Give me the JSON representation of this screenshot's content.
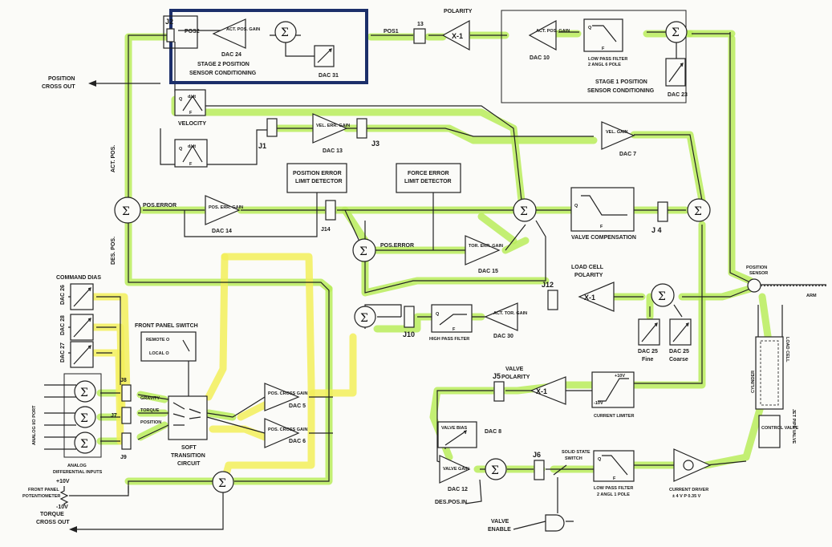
{
  "stage2": {
    "pos2": "POS2",
    "amp": "ACT. POS. GAIN",
    "dac24": "DAC 24",
    "dac31": "DAC 31",
    "title1": "STAGE 2 POSITION",
    "title2": "SENSOR CONDITIONING"
  },
  "polarity": {
    "label": "POLARITY",
    "xm1": "X-1",
    "pos1": "POS1",
    "j13": "13"
  },
  "stage1": {
    "amp": "ACT. POS. GAIN",
    "dac10": "DAC 10",
    "lpf1": "LOW PASS FILTER",
    "lpf2": "2 ANGL 6 POLE",
    "dac23": "DAC 23",
    "title1": "STAGE 1 POSITION",
    "title2": "SENSOR CONDITIONING"
  },
  "left": {
    "posOut1": "POSITION",
    "posOut2": "CROSS OUT",
    "torqueOut1": "TORQUE",
    "torqueOut2": "CROSS OUT",
    "actPos": "ACT. POS.",
    "desPos": "DES. POS.",
    "j2": "J2"
  },
  "velocity": {
    "label": "VELOCITY",
    "dd": "d/dt",
    "f": "F",
    "j1": "J1"
  },
  "dac13": {
    "amp": "VEL. ERR. GAIN",
    "label": "DAC 13",
    "j3": "J3"
  },
  "dac7": {
    "amp": "VEL. GAIN",
    "label": "DAC 7"
  },
  "posErrLimit": {
    "l1": "POSITION ERROR",
    "l2": "LIMIT DETECTOR"
  },
  "forceErrLimit": {
    "l1": "FORCE ERROR",
    "l2": "LIMIT DETECTOR"
  },
  "dac14": {
    "poserror": "POS.ERROR",
    "amp": "POS. ERR. GAIN",
    "label": "DAC 14",
    "j14": "J14"
  },
  "dac15": {
    "poserror": "POS.ERROR",
    "amp": "TOR. ERR. GAIN",
    "label": "DAC 15"
  },
  "valveComp": {
    "label": "VALVE COMPENSATION",
    "q": "Q",
    "f": "F",
    "j4": "J 4"
  },
  "command": {
    "label": "COMMAND DIAS",
    "dac26": "DAC 26",
    "dac28": "DAC 28",
    "dac27": "DAC 27"
  },
  "analog": {
    "side": "ANALOG I/O PORT",
    "label1": "ANALOG",
    "label2": "DIFFERENTIAL INPUTS",
    "j8": "J8",
    "j7": "J7",
    "j9": "J9"
  },
  "frontSwitch": {
    "label": "FRONT PANEL SWITCH",
    "remote": "REMOTE O",
    "local": "LOCAL O"
  },
  "transition": {
    "gravity": "GRAVITY",
    "torque": "TORQUE",
    "position": "POSITION",
    "l1": "SOFT",
    "l2": "TRANSITION",
    "l3": "CIRCUIT"
  },
  "dac5": {
    "amp": "POS. CROSS GAIN",
    "label": "DAC 5"
  },
  "dac6": {
    "amp": "POS. CROSS GAIN",
    "label": "DAC 6"
  },
  "pot": {
    "p10": "+10V",
    "m10": "-10V",
    "l1": "FRONT PANEL",
    "l2": "POTENTIOMETER"
  },
  "loadCell": {
    "l1": "LOAD CELL",
    "l2": "POLARITY",
    "xm1": "X-1",
    "j12": "J12",
    "amp": "ACT. TOR. GAIN",
    "dac30": "DAC 30",
    "hpf": "HIGH PASS FILTER",
    "j10": "J10",
    "dac25f": "DAC 25",
    "fine": "Fine",
    "dac25c": "DAC 25",
    "coarse": "Coarse"
  },
  "valvePol": {
    "l1": "VALVE",
    "l2": "POLARITY",
    "xm1": "X-1",
    "j5": "J5",
    "cl": "CURRENT LIMITER",
    "p10": "+10V",
    "m10": "-10V"
  },
  "valveBias": {
    "amp": "VALVE BIAS",
    "dac8": "DAC 8",
    "vgain": "VALVE GAIN",
    "dac12": "DAC 12",
    "j6": "J6",
    "despos": "DES.POS.IN",
    "sss1": "SOLID STATE",
    "sss2": "SWITCH",
    "lpf1": "LOW PASS FILTER",
    "lpf2": "2 ANGL 1 POLE",
    "cd1": "CURRENT DRIVER",
    "cd2": "± 4 V P  0.35 V",
    "enable1": "VALVE",
    "enable2": "ENABLE"
  },
  "mech": {
    "posSensor1": "POSITION",
    "posSensor2": "SENSOR",
    "arm": "ARM",
    "loadCell": "LOAD CELL",
    "cylinder": "CYLINDER",
    "servo": "JET PIPE VALVE",
    "cv": "CONTROL VALVE"
  }
}
